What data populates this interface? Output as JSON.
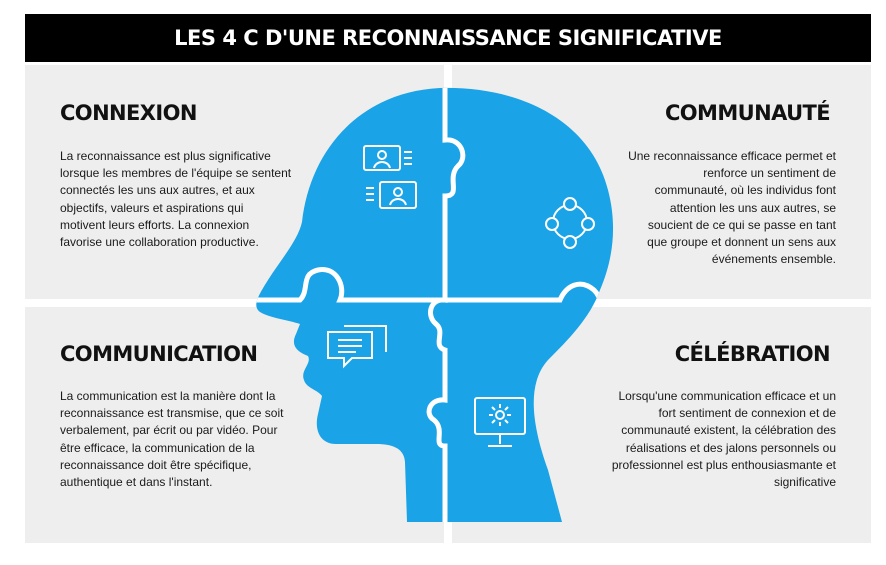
{
  "title": "LES 4 C D'UNE RECONNAISSANCE SIGNIFICATIVE",
  "sections": {
    "connexion": {
      "heading": "CONNEXION",
      "text": "La reconnaissance est plus significative lorsque les membres de l'équipe se sentent connectés les uns aux autres, et aux objectifs, valeurs et aspirations qui motivent leurs efforts. La connexion favorise une collaboration productive."
    },
    "communaute": {
      "heading": "COMMUNAUTÉ",
      "text": "Une reconnaissance efficace permet et renforce un sentiment de communauté, où les individus font attention les uns aux autres, se soucient de ce qui se passe en tant que groupe et donnent un sens aux événements ensemble."
    },
    "communication": {
      "heading": "COMMUNICATION",
      "text": "La communication est la manière dont la reconnaissance est transmise, que ce soit verbalement, par écrit ou par vidéo. Pour être efficace, la communication de la reconnaissance doit être spécifique, authentique et dans l'instant."
    },
    "celebration": {
      "heading": "CÉLÉBRATION",
      "text": "Lorsqu'une communication efficace et un fort sentiment de connexion et de communauté existent, la célébration des réalisations et des jalons personnels ou professionnel est plus enthousiasmante et significative"
    }
  },
  "icons": [
    "video-call-icon",
    "community-network-icon",
    "chat-bubbles-icon",
    "monitor-celebration-icon"
  ],
  "colors": {
    "puzzle_blue": "#1aa3e6",
    "panel_gray": "#eeeeee",
    "title_bg": "#000000"
  }
}
